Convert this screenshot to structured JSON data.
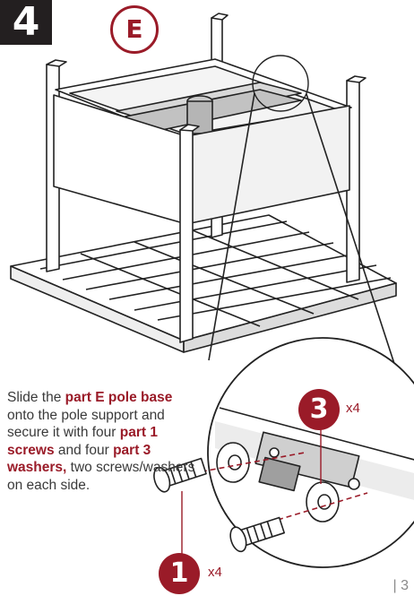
{
  "step": {
    "number": "4"
  },
  "parts": {
    "e_label": "E",
    "screw_label": "1",
    "screw_qty": "x4",
    "washer_label": "3",
    "washer_qty": "x4"
  },
  "instruction": {
    "t1": "Slide the ",
    "b1": "part E pole base",
    "t2": " onto the pole support and secure it with four ",
    "b2": "part 1 screws",
    "t3": " and four ",
    "b3": "part 3 washers,",
    "t4": " two screws/washers on each side."
  },
  "page": {
    "number": "| 3"
  },
  "colors": {
    "accent": "#9a1b28",
    "badge": "#231f20",
    "line": "#222222",
    "text": "#3a3a3a"
  }
}
